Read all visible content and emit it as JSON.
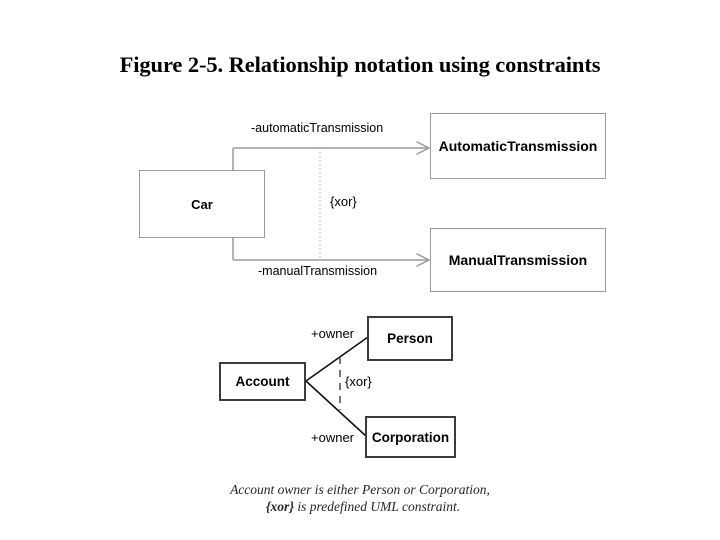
{
  "figure": {
    "title": "Figure 2-5. Relationship notation using constraints"
  },
  "diagram_top": {
    "source_class": "Car",
    "target_classes": [
      {
        "name": "AutomaticTransmission"
      },
      {
        "name": "ManualTransmission"
      }
    ],
    "edge_labels": {
      "automatic": "-automaticTransmission",
      "manual": "-manualTransmission"
    },
    "constraint": "{xor}",
    "box_border_color": "#9a9a9a"
  },
  "diagram_bottom": {
    "source_class": "Account",
    "target_classes": [
      {
        "name": "Person"
      },
      {
        "name": "Corporation"
      }
    ],
    "edge_labels": {
      "owner_top": "+owner",
      "owner_bottom": "+owner"
    },
    "constraint": "{xor}",
    "box_border_color": "#3b3b3b"
  },
  "caption": {
    "line1": "Account owner is either Person or Corporation,",
    "line2_prefix": "{xor}",
    "line2_rest": " is predefined UML constraint."
  }
}
